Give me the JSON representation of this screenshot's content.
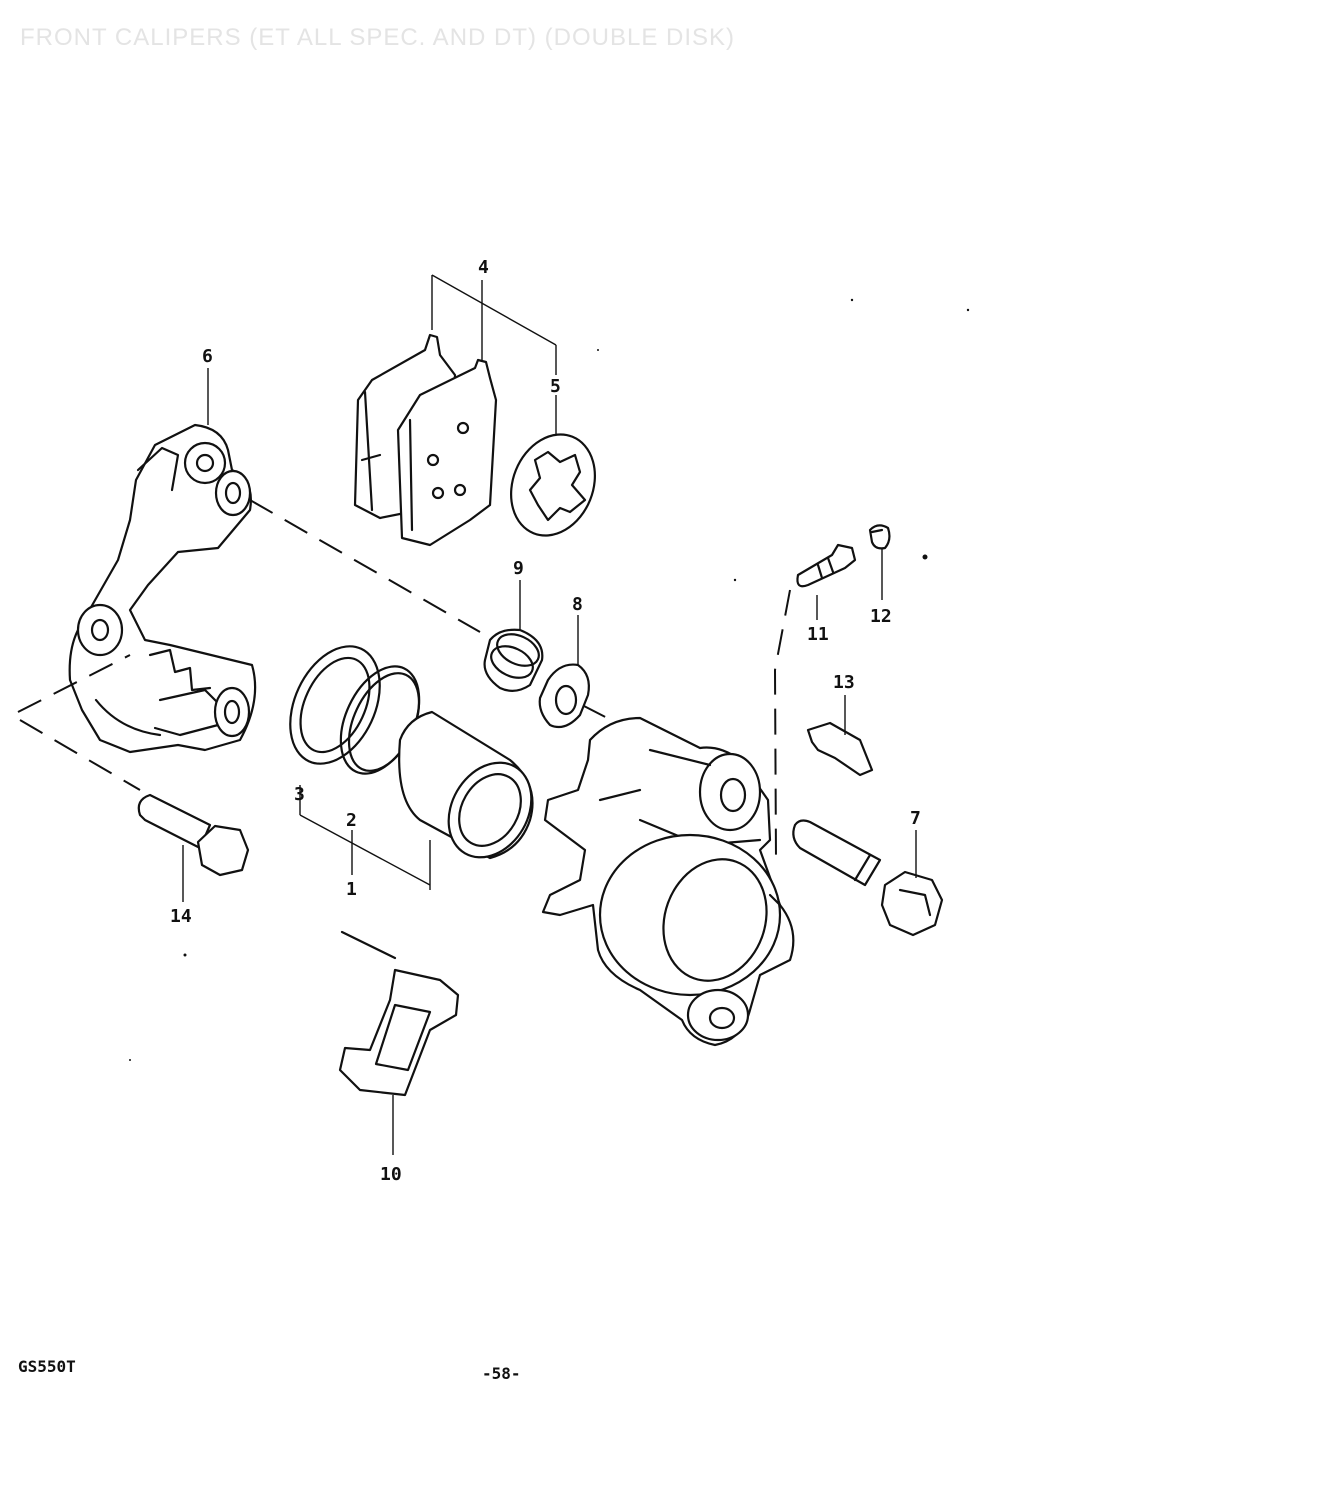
{
  "page": {
    "title": "FRONT CALIPERS (ET ALL SPEC. AND DT) (DOUBLE DISK)",
    "model": "GS550T",
    "page_number": "-58-"
  },
  "callouts": [
    "1",
    "2",
    "3",
    "4",
    "5",
    "6",
    "7",
    "8",
    "9",
    "10",
    "11",
    "12",
    "13",
    "14"
  ]
}
